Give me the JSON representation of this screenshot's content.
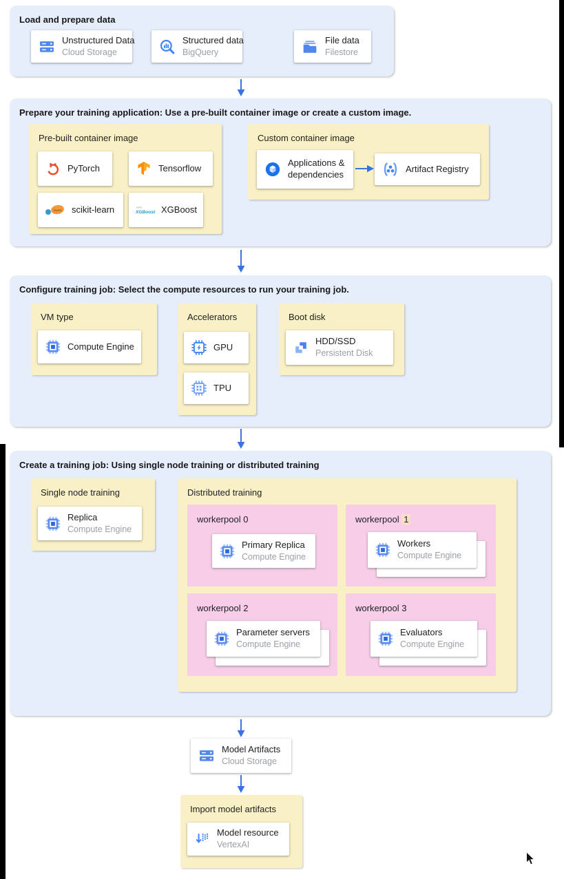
{
  "colors": {
    "section_bg": "#e6eefb",
    "panel_yellow": "#faf0c5",
    "pool_pink": "#f7cde8",
    "number_highlight": "#f8e0c8",
    "arrow_blue": "#3a72e4",
    "icon_blue": "#4285f4",
    "subtitle_gray": "#9aa0a6"
  },
  "load": {
    "title": "Load and prepare data",
    "cards": [
      {
        "icon": "cloud-storage",
        "title": "Unstructured Data",
        "subtitle": "Cloud Storage"
      },
      {
        "icon": "bigquery",
        "title": "Structured data",
        "subtitle": "BigQuery"
      },
      {
        "icon": "filestore",
        "title": "File data",
        "subtitle": "Filestore"
      }
    ]
  },
  "prepare": {
    "title": "Prepare your training application: Use a pre-built container image or create a custom image.",
    "prebuilt": {
      "label": "Pre-built container image",
      "cards": [
        {
          "icon": "pytorch",
          "title": "PyTorch"
        },
        {
          "icon": "tensorflow",
          "title": "Tensorflow"
        },
        {
          "icon": "scikit-learn",
          "title": "scikit-learn"
        },
        {
          "icon": "xgboost",
          "title": "XGBoost"
        }
      ]
    },
    "custom": {
      "label": "Custom container image",
      "app_card": {
        "icon": "applications",
        "title": "Applications & dependencies"
      },
      "registry_card": {
        "icon": "artifact-registry",
        "title": "Artifact Registry"
      }
    }
  },
  "configure": {
    "title": "Configure training job: Select the compute resources to run your training job.",
    "vm": {
      "label": "VM type",
      "card": {
        "icon": "compute-engine",
        "title": "Compute Engine"
      }
    },
    "accelerators": {
      "label": "Accelerators",
      "cards": [
        {
          "icon": "gpu-chip",
          "title": "GPU"
        },
        {
          "icon": "tpu-chip",
          "title": "TPU"
        }
      ]
    },
    "boot": {
      "label": "Boot disk",
      "card": {
        "icon": "persistent-disk",
        "title": "HDD/SSD",
        "subtitle": "Persistent Disk"
      }
    }
  },
  "create": {
    "title": "Create a training job: Using single node training or distributed training",
    "single": {
      "label": "Single node training",
      "card": {
        "icon": "compute-engine",
        "title": "Replica",
        "subtitle": "Compute Engine"
      }
    },
    "distributed": {
      "label": "Distributed training",
      "workerpools": [
        {
          "name": "workerpool",
          "number": "0",
          "card": {
            "title": "Primary Replica",
            "subtitle": "Compute Engine"
          }
        },
        {
          "name": "workerpool",
          "number": "1",
          "card": {
            "title": "Workers",
            "subtitle": "Compute Engine"
          }
        },
        {
          "name": "workerpool",
          "number": "2",
          "card": {
            "title": "Parameter servers",
            "subtitle": "Compute Engine"
          }
        },
        {
          "name": "workerpool",
          "number": "3",
          "card": {
            "title": "Evaluators",
            "subtitle": "Compute Engine"
          }
        }
      ]
    }
  },
  "output": {
    "card": {
      "icon": "cloud-storage",
      "title": "Model Artifacts",
      "subtitle": "Cloud Storage"
    }
  },
  "import_model": {
    "label": "Import model artifacts",
    "card": {
      "icon": "vertex-ai",
      "title": "Model resource",
      "subtitle": "VertexAI"
    }
  }
}
